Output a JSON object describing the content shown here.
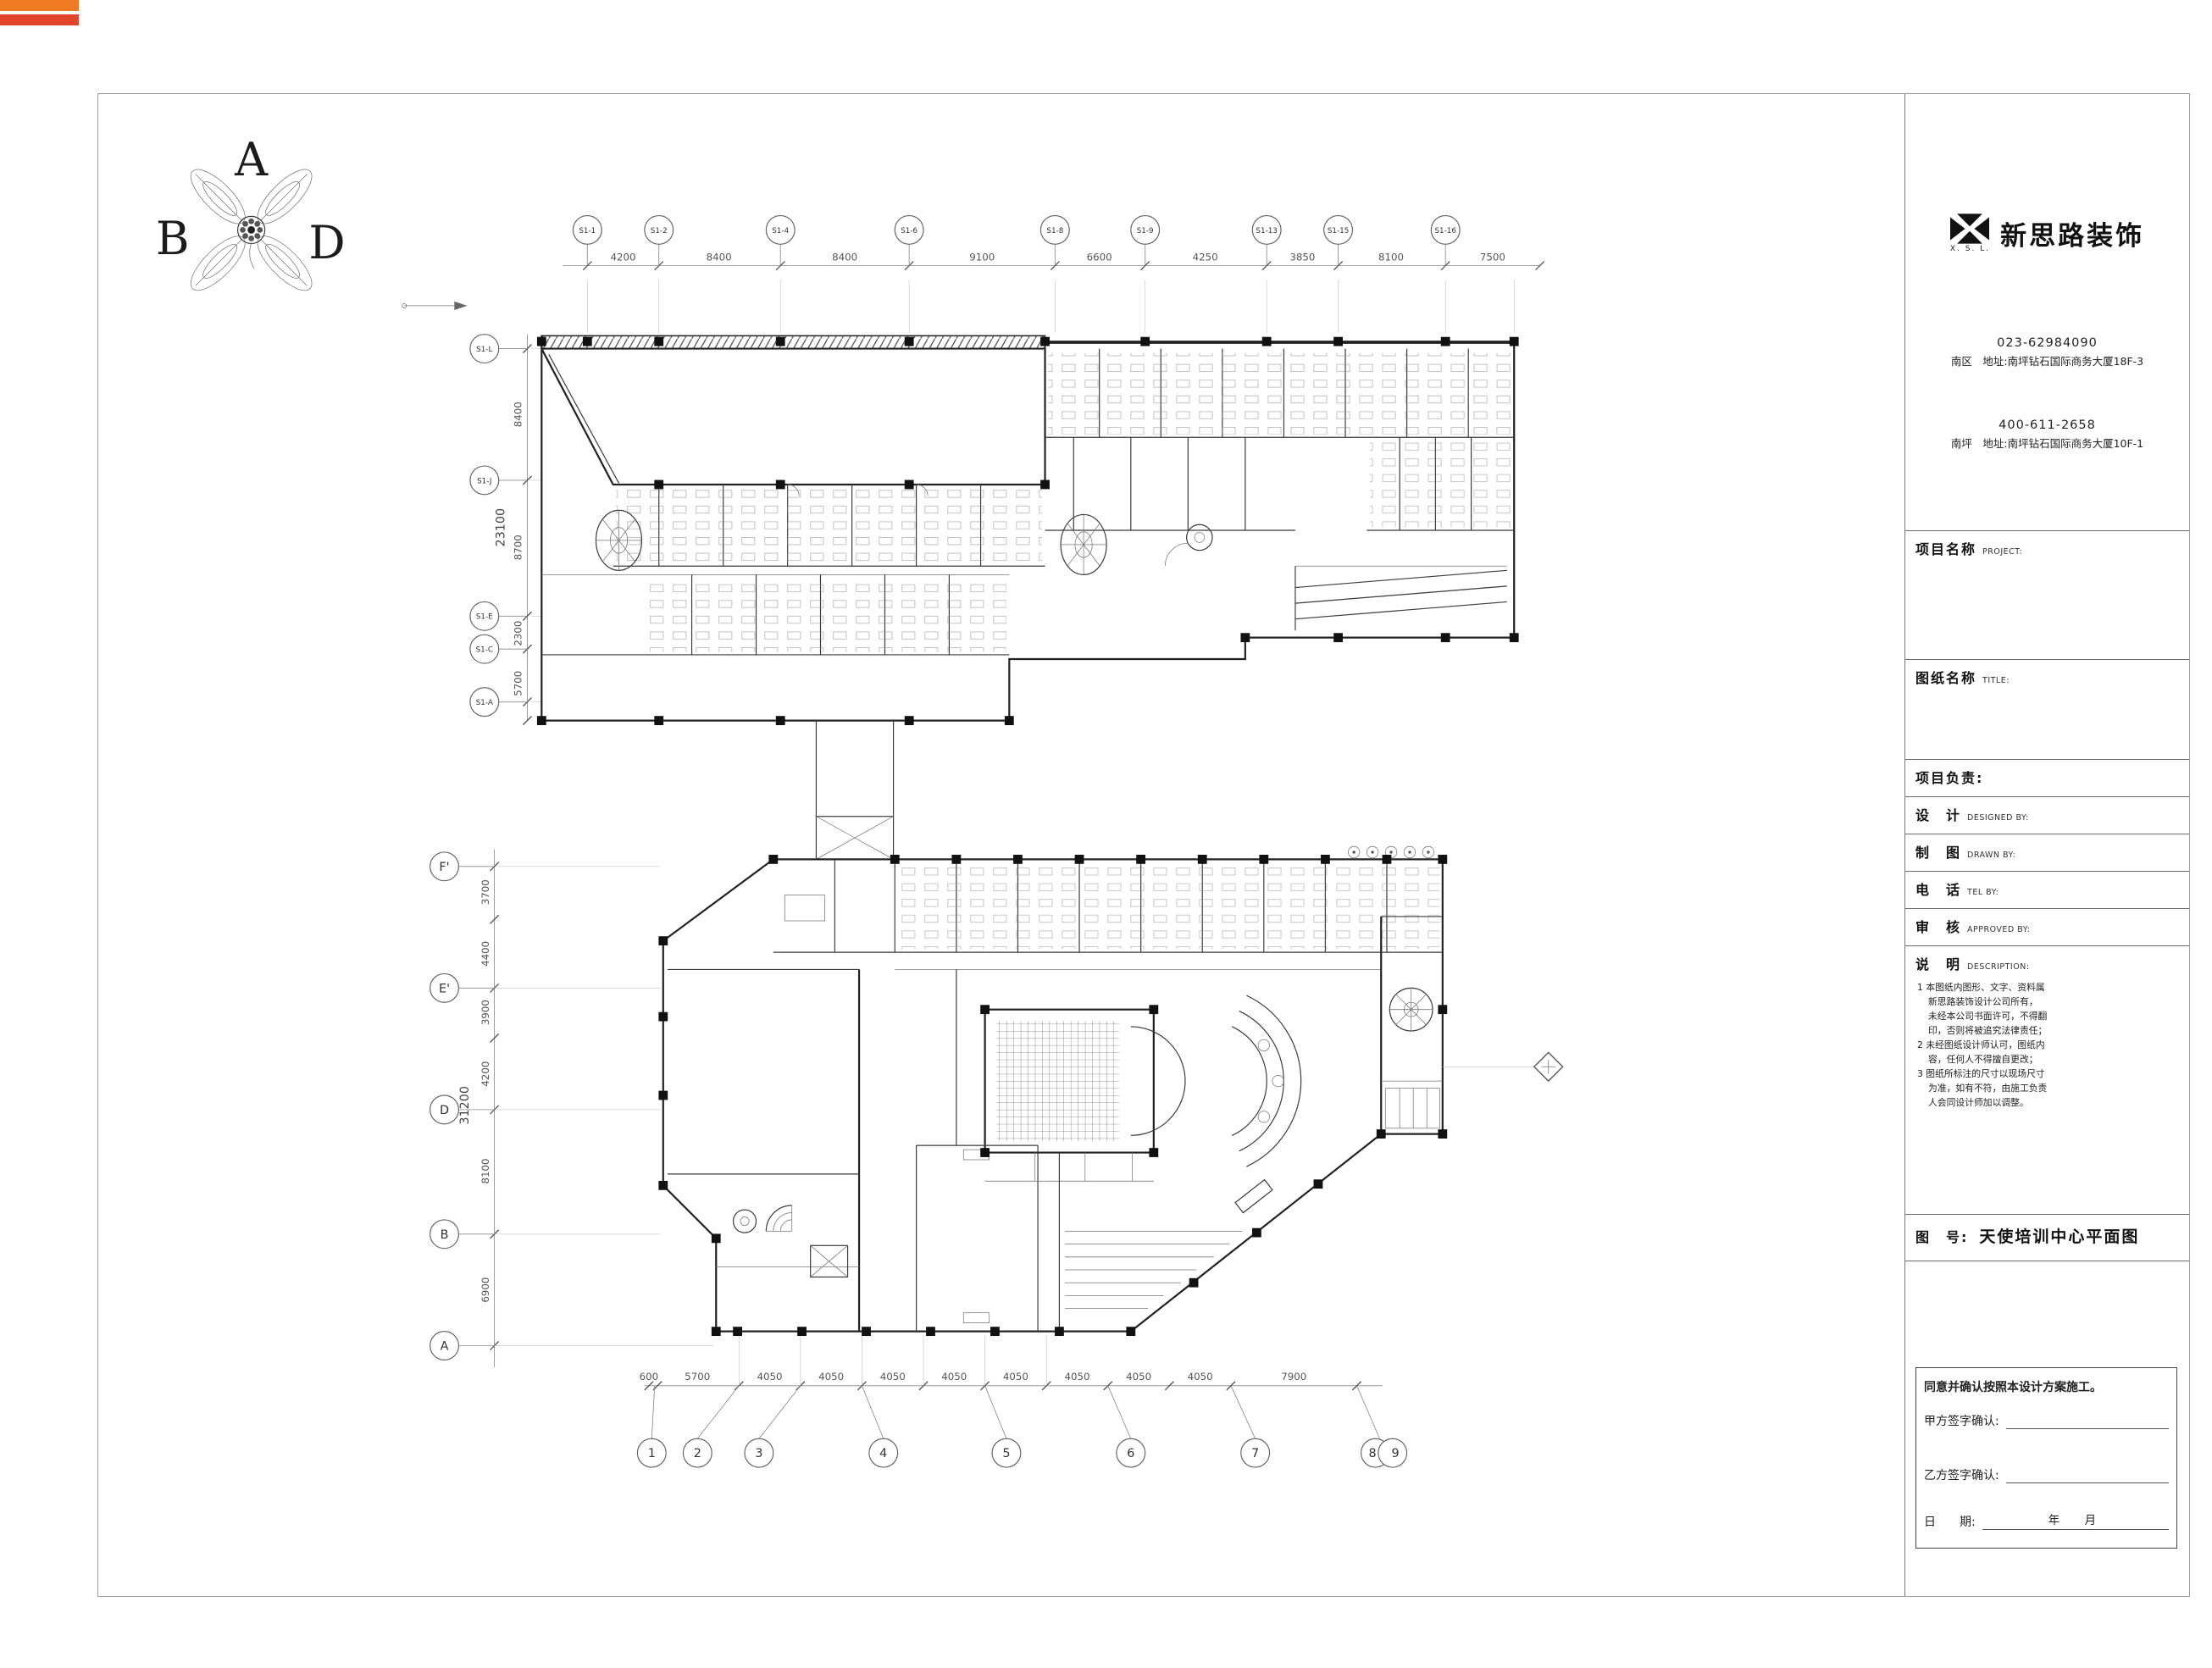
{
  "edge_marks": {
    "bar1_color": "#ee7b22",
    "bar2_color": "#e2452a"
  },
  "compass": {
    "north": "A",
    "west": "B",
    "east": "D"
  },
  "upper_plan": {
    "col_bubbles": [
      "S1-1",
      "S1-2",
      "S1-4",
      "S1-6",
      "S1-8",
      "S1-9",
      "S1-13",
      "S1-15",
      "S1-16"
    ],
    "top_dims": [
      "4200",
      "8400",
      "8400",
      "9100",
      "6600",
      "4250",
      "3850",
      "8100",
      "7500"
    ],
    "row_bubbles": [
      "S1-L",
      "S1-J",
      "S1-E",
      "S1-C",
      "S1-A"
    ],
    "left_dims": [
      "8400",
      "8700",
      "2300",
      "5700"
    ],
    "left_total": "23100"
  },
  "lower_plan": {
    "row_bubbles": [
      "F'",
      "E'",
      "D",
      "B",
      "A"
    ],
    "left_dims": [
      "3700",
      "4400",
      "3900",
      "4200",
      "8100",
      "6900"
    ],
    "left_total": "31200",
    "bottom_dims": [
      "600",
      "5700",
      "4050",
      "4050",
      "4050",
      "4050",
      "4050",
      "4050",
      "4050",
      "4050",
      "7900"
    ],
    "col_bubbles": [
      "1",
      "2",
      "3",
      "4",
      "5",
      "6",
      "7",
      "8",
      "9"
    ]
  },
  "titleblock": {
    "logo": {
      "caption": "X. S. L.",
      "name": "新思路装饰"
    },
    "contact": {
      "phone_south": "023-62984090",
      "addr_south": "南区　地址:南坪钻石国际商务大厦18F-3",
      "phone_np": "400-611-2658",
      "addr_np": "南坪　地址:南坪钻石国际商务大厦10F-1"
    },
    "project_label": "项目名称",
    "project_sub": "PROJECT:",
    "sheet_label": "图纸名称",
    "sheet_sub": "TITLE:",
    "leader_label": "项目负责:",
    "design_label": "设　计",
    "design_sub": "DESIGNED BY:",
    "draw_label": "制　图",
    "draw_sub": "DRAWN BY:",
    "tel_label": "电　话",
    "tel_sub": "TEL BY:",
    "approve_label": "审　核",
    "approve_sub": "APPROVED BY:",
    "desc_label": "说　明",
    "desc_sub": "DESCRIPTION:",
    "notes": [
      "1 本图纸内图形、文字、资料属",
      "新思路装饰设计公司所有，",
      "未经本公司书面许可，不得翻",
      "印，否则将被追究法律责任；",
      "2 未经图纸设计师认可，图纸内",
      "容，任何人不得擅自更改；",
      "3 图纸所标注的尺寸以现场尺寸",
      "为准，如有不符，由施工负责",
      "人会同设计师加以调整。"
    ],
    "fig_label": "图　号:",
    "fig_value": "天使培训中心平面图",
    "confirm_statement": "同意并确认按照本设计方案施工。",
    "party_a_label": "甲方签字确认:",
    "party_b_label": "乙方签字确认:",
    "date_label": "日　　期:",
    "date_value": "年　月"
  }
}
